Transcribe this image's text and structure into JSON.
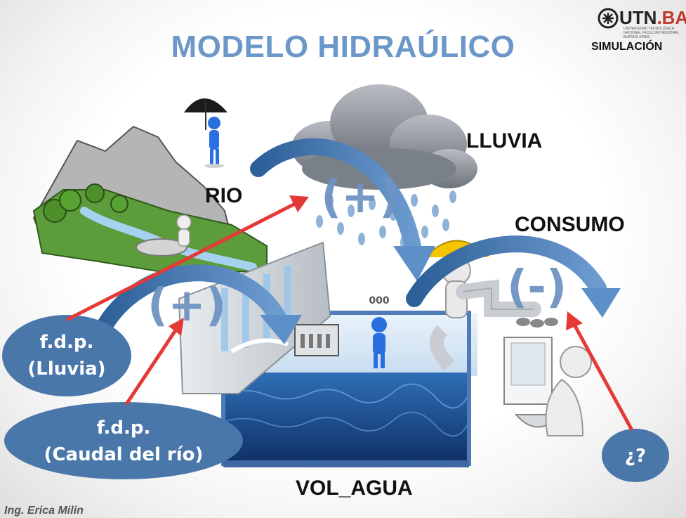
{
  "slide": {
    "title": "MODELO HIDRAÚLICO",
    "author": "Ing. Erica Milin"
  },
  "logo": {
    "name_part1": "UTN",
    "name_part2": ".BA",
    "subtitle": "UNIVERSIDAD TECNOLÓGICA NACIONAL FACULTAD REGIONAL BUENOS AIRES",
    "tag": "SIMULACIÓN"
  },
  "diagram": {
    "nodes": {
      "rio": "RIO",
      "lluvia": "LLUVIA",
      "consumo": "CONSUMO",
      "vol_agua": "VOL_AGUA"
    },
    "signs": {
      "lluvia_effect": "(+)",
      "rio_effect": "(+)",
      "consumo_effect": "(-)"
    },
    "inputs": {
      "fdp_lluvia_line1": "f.d.p.",
      "fdp_lluvia_line2": "(Lluvia)",
      "fdp_rio_line1": "f.d.p.",
      "fdp_rio_line2": "(Caudal del río)",
      "unknown": "¿?"
    },
    "colors": {
      "title": "#6b98c9",
      "flow_arrow": "#3f6ea6",
      "input_arrow": "#e53935",
      "oval": "#4a77aa",
      "water": "#1f4f8f"
    }
  }
}
